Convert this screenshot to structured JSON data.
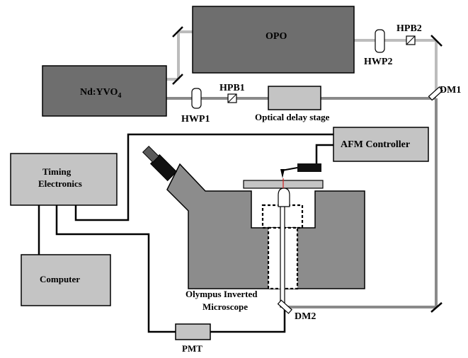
{
  "labels": {
    "opo": "OPO",
    "laser": "Nd:YVO",
    "laser_sub": "4",
    "hwp1": "HWP1",
    "hpb1": "HPB1",
    "hwp2": "HWP2",
    "hpb2": "HPB2",
    "dm1": "DM1",
    "dm2": "DM2",
    "delay": "Optical delay stage",
    "afm": "AFM Controller",
    "timing_line1": "Timing",
    "timing_line2": "Electronics",
    "computer": "Computer",
    "microscope_line1": "Olympus Inverted",
    "microscope_line2": "Microscope",
    "pmt": "PMT"
  },
  "colors": {
    "dark_box": "#6e6e6e",
    "light_box": "#c4c4c4",
    "microscope": "#8c8c8c",
    "beam_light": "#bcbcbc",
    "beam_dark": "#8a8a8a",
    "wire": "#000000"
  }
}
